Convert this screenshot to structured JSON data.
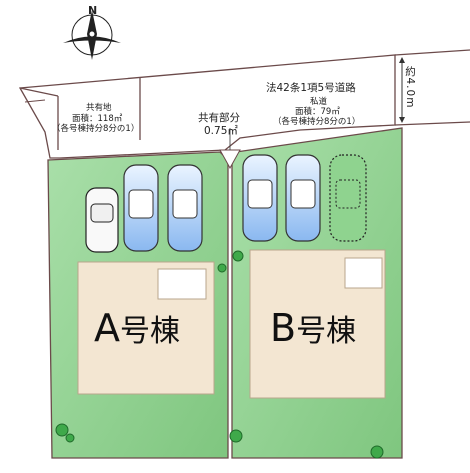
{
  "compass": {
    "north": "N",
    "icon": "compass-icon"
  },
  "road": {
    "title": "法42条1項5号道路",
    "type": "私道",
    "area": "面積：79㎡",
    "share": "（各号棟持分8分の1）",
    "width": "約4.0m"
  },
  "shared_land": {
    "title": "共有地",
    "area": "面積：118㎡",
    "share": "（各号棟持分8分の1）"
  },
  "shared_part": {
    "title": "共有部分",
    "area": "0.75㎡"
  },
  "buildings": [
    {
      "label_letter": "A",
      "label_suffix": "号棟"
    },
    {
      "label_letter": "B",
      "label_suffix": "号棟"
    }
  ],
  "colors": {
    "lot_green": "#8fd38f",
    "building_fill": "#f3e6d2",
    "road_fill": "#ffffff",
    "outline": "#5a3e3e"
  }
}
